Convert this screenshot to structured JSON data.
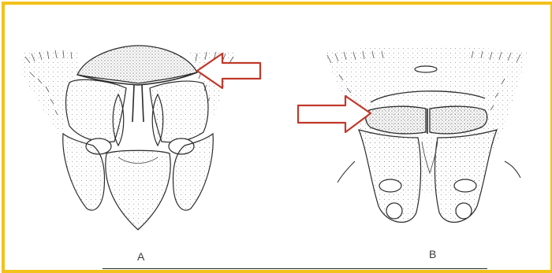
{
  "figure": {
    "panels": [
      {
        "id": "A",
        "label": "A"
      },
      {
        "id": "B",
        "label": "B"
      }
    ]
  },
  "colors": {
    "frame": "#f2c21b",
    "arrow": "#c0392b",
    "ink": "#2b2b2b"
  },
  "icons": {
    "arrow_a": "arrow-left-outline",
    "arrow_b": "arrow-right-outline"
  }
}
